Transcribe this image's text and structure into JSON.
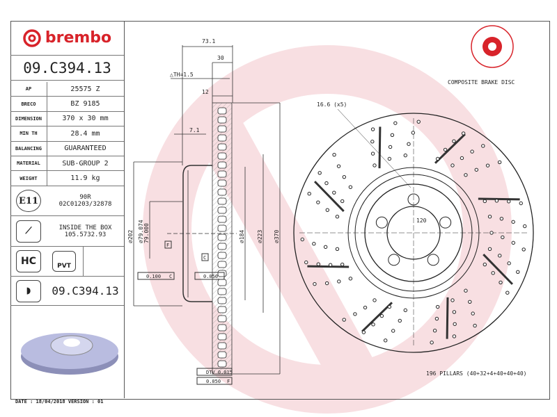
{
  "brand": "brembo",
  "part_number": "09.C394.13",
  "specs": [
    {
      "label": "AP",
      "value": "25575 Z"
    },
    {
      "label": "BRECO",
      "value": "BZ 9185"
    },
    {
      "label": "DIMENSION",
      "value": "370 x 30 mm"
    },
    {
      "label": "MIN TH",
      "value": "28.4 mm"
    },
    {
      "label": "BALANCING",
      "value": "GUARANTEED"
    },
    {
      "label": "MATERIAL",
      "value": "SUB-GROUP 2"
    },
    {
      "label": "WEIGHT",
      "value": "11.9 kg"
    }
  ],
  "approval": {
    "icon_label": "E11",
    "line1": "90R",
    "line2": "02C01203/32878"
  },
  "screw": {
    "line1": "INSIDE THE BOX",
    "line2": "105.5732.93"
  },
  "badges": {
    "hc": "HC",
    "pvt": "PVT"
  },
  "footer_part_number": "09.C394.13",
  "date_line": "DATE : 18/04/2018 VERSION : 01",
  "disc_type": "COMPOSITE BRAKE DISC",
  "dimensions": {
    "overall": "73.1",
    "thickness": "30",
    "th": "△TH=1.5",
    "vane": "12",
    "offset": "7.1",
    "d202": "⌀202",
    "bore": "⌀79.074",
    "bore2": "79.000",
    "d184": "⌀184",
    "d223": "⌀223",
    "d370": "⌀370",
    "pcd": "120",
    "holes": "16.6 (x5)",
    "tol1": "0.100",
    "tol1_ref": "C",
    "tol2": "0.050",
    "dtv": "DTV 0.015",
    "runout": "0.050",
    "runout_ref": "F",
    "datum_f": "F",
    "datum_c": "C",
    "pillars": "196 PILLARS (40+32+4+40+40+40)"
  },
  "colors": {
    "brand": "#d8232a",
    "watermark": "#f6d9dc"
  }
}
